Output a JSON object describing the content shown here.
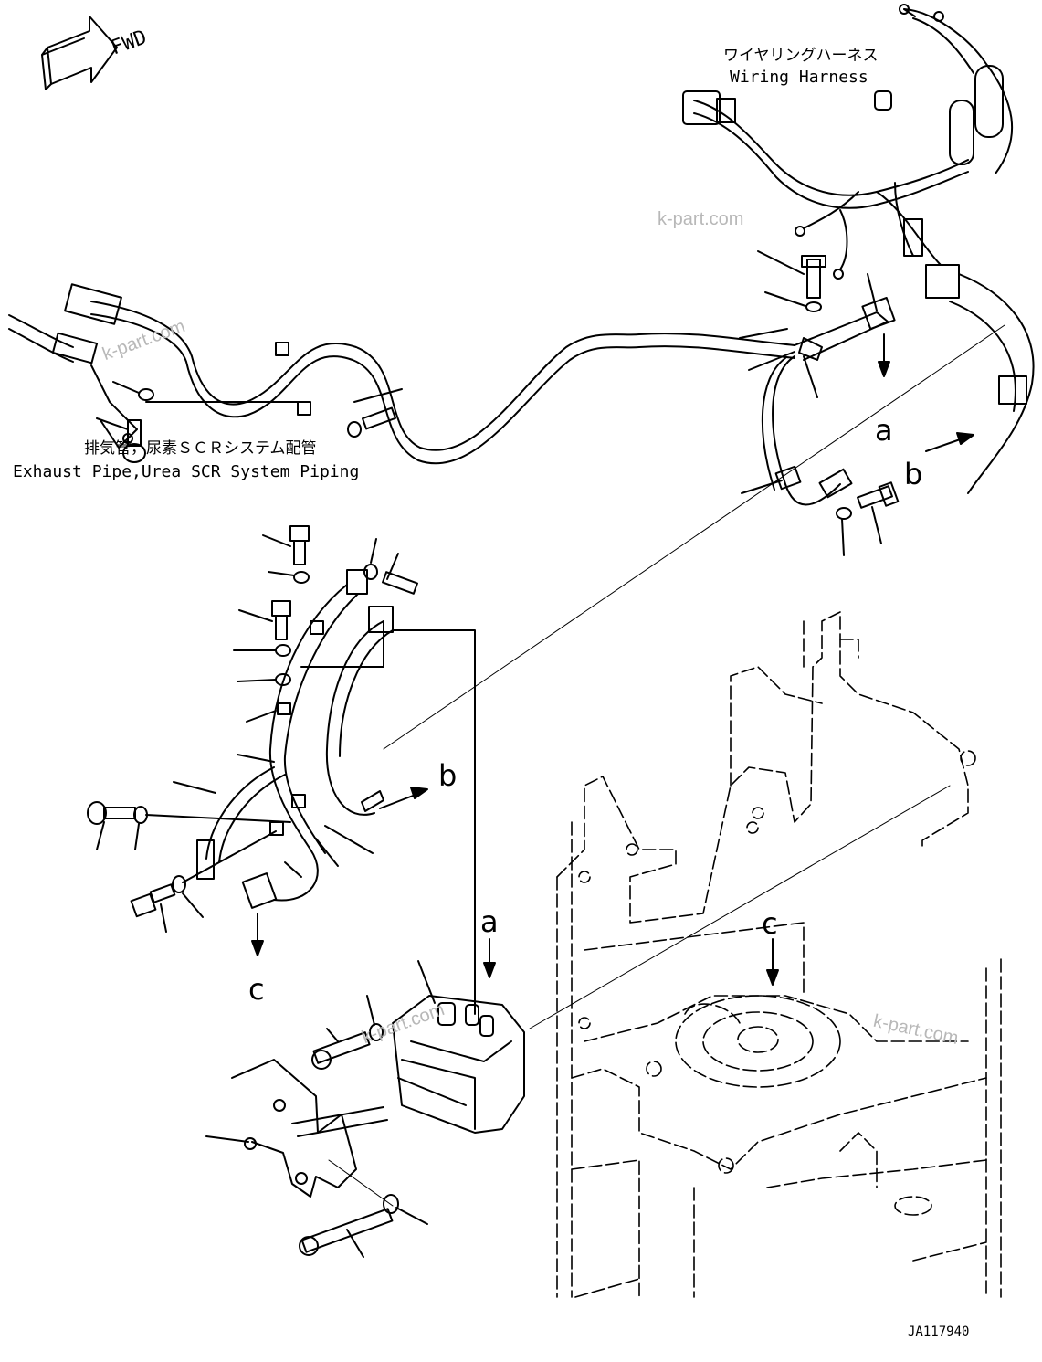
{
  "diagram": {
    "fwd_label": "FWD",
    "wiring_harness": {
      "label_jp": "ワイヤリングハーネス",
      "label_en": "Wiring Harness"
    },
    "exhaust_pipe": {
      "label_jp": "排気管，尿素ＳＣＲシステム配管",
      "label_en": "Exhaust Pipe,Urea SCR System Piping"
    },
    "callouts": {
      "a": "a",
      "b": "b",
      "c": "c"
    },
    "watermark": "k-part.com",
    "drawing_code": "JA117940"
  }
}
